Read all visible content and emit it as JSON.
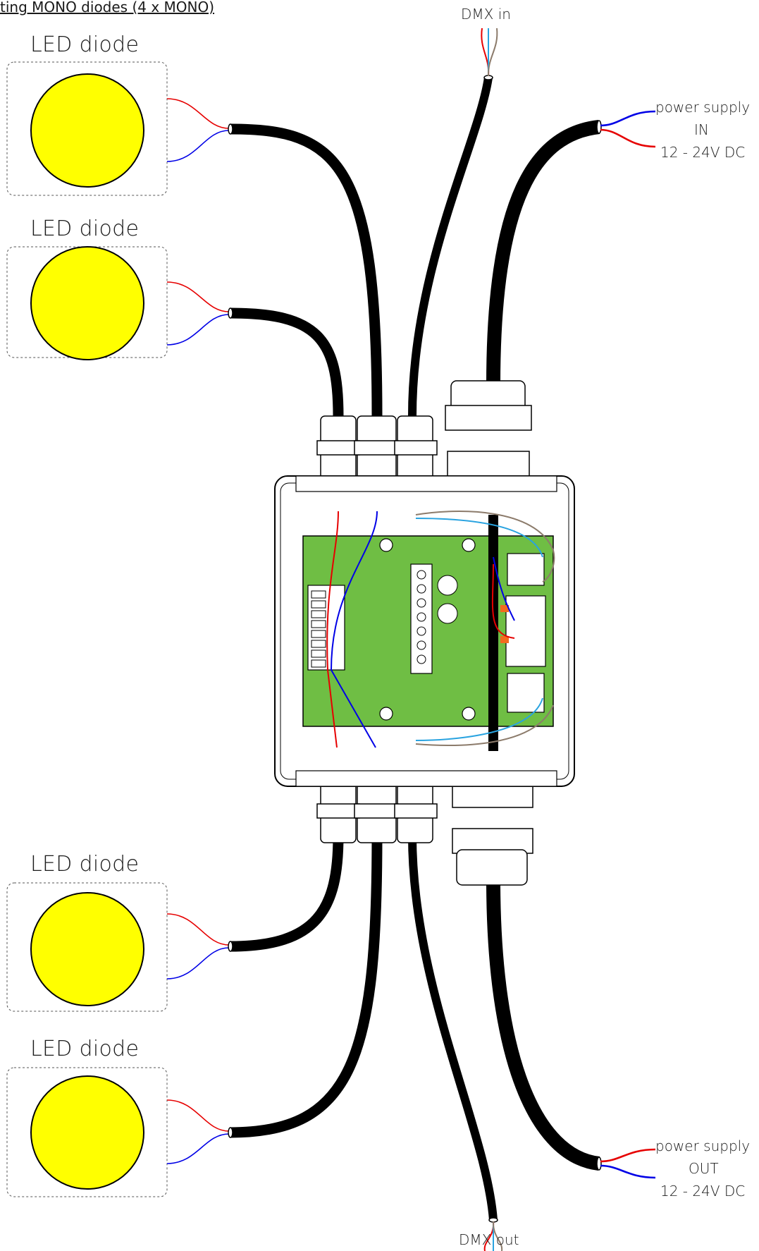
{
  "heading": "ting MONO diodes (4 x MONO)",
  "leds": [
    {
      "title": "LED diode"
    },
    {
      "title": "LED diode"
    },
    {
      "title": "LED diode"
    },
    {
      "title": "LED diode"
    }
  ],
  "dmx_in": "DMX in",
  "dmx_out": "DMX out",
  "power_in": {
    "line1": "power supply",
    "line2": "IN",
    "line3": "12 - 24V DC"
  },
  "power_out": {
    "line1": "power supply",
    "line2": "OUT",
    "line3": "12 - 24V DC"
  },
  "colors": {
    "led_fill": "#ffff00",
    "pcb": "#6fbe44",
    "cable": "#000000",
    "wire_red": "#e60000",
    "wire_blue": "#0000e6",
    "wire_cyan": "#29a3e0",
    "wire_brown": "#8c7b6b",
    "connector_orange": "#f26b1f"
  },
  "icons": [
    "led-diode-icon",
    "cable-gland-icon",
    "terminal-block-icon",
    "screw-icon"
  ]
}
